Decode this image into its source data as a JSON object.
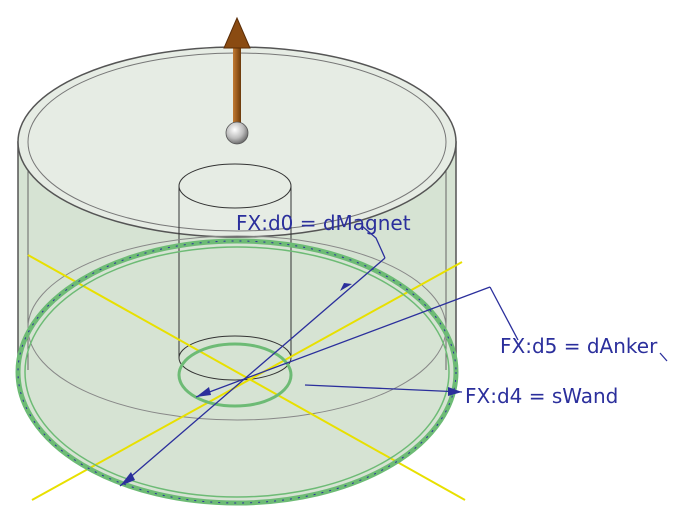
{
  "colors": {
    "background": "#ffffff",
    "outline": "#555555",
    "body_fill": "#d6e3d3",
    "top_fill": "#e6ece4",
    "dimension": "#2b2f9c",
    "sketch_circle": "#6dbb75",
    "construction_line": "#e8e000",
    "arrow": "#8a4b12",
    "sphere": "#c8c8c8"
  },
  "annotations": {
    "d0": "FX:d0 = dMagnet",
    "d5": "FX:d5 = dAnker",
    "d4": "FX:d4 = sWand"
  },
  "icons": {
    "direction_arrow": "direction-arrow-icon",
    "grip_sphere": "grip-sphere-icon"
  }
}
